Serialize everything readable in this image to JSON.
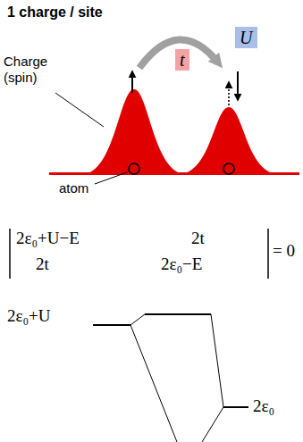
{
  "diagram": {
    "title": "1 charge / site",
    "nodes": [
      {
        "text": [
          "t"
        ]
      },
      {
        "text": [
          "U"
        ]
      }
    ],
    "labels": [
      "Charge (spin)",
      "atom",
      "2ε₀+U−E",
      "2t",
      "2t",
      "2ε₀−E",
      "= 0",
      "2ε₀+U",
      "2ε₀"
    ]
  }
}
